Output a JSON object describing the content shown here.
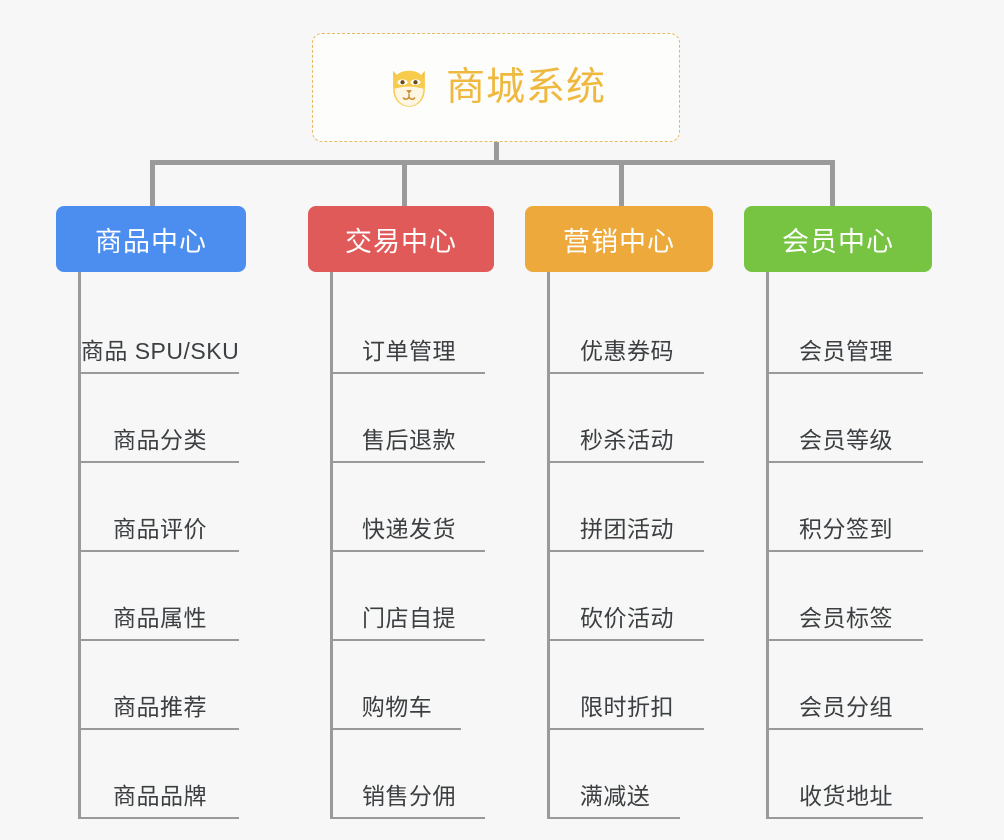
{
  "root": {
    "icon": "shiba-dog-face-icon",
    "title": "商城系统",
    "border_color": "#e8b864",
    "text_color": "#efb93f"
  },
  "connector_color": "#9a9a9a",
  "background_color": "#f7f7f7",
  "categories": [
    {
      "label": "商品中心",
      "color": "#4c8ef0",
      "items": [
        "商品 SPU/SKU",
        "商品分类",
        "商品评价",
        "商品属性",
        "商品推荐",
        "商品品牌"
      ]
    },
    {
      "label": "交易中心",
      "color": "#e05a5a",
      "items": [
        "订单管理",
        "售后退款",
        "快递发货",
        "门店自提",
        "购物车",
        "销售分佣"
      ]
    },
    {
      "label": "营销中心",
      "color": "#eda93c",
      "items": [
        "优惠券码",
        "秒杀活动",
        "拼团活动",
        "砍价活动",
        "限时折扣",
        "满减送"
      ]
    },
    {
      "label": "会员中心",
      "color": "#76c441",
      "items": [
        "会员管理",
        "会员等级",
        "积分签到",
        "会员标签",
        "会员分组",
        "收货地址"
      ]
    }
  ]
}
